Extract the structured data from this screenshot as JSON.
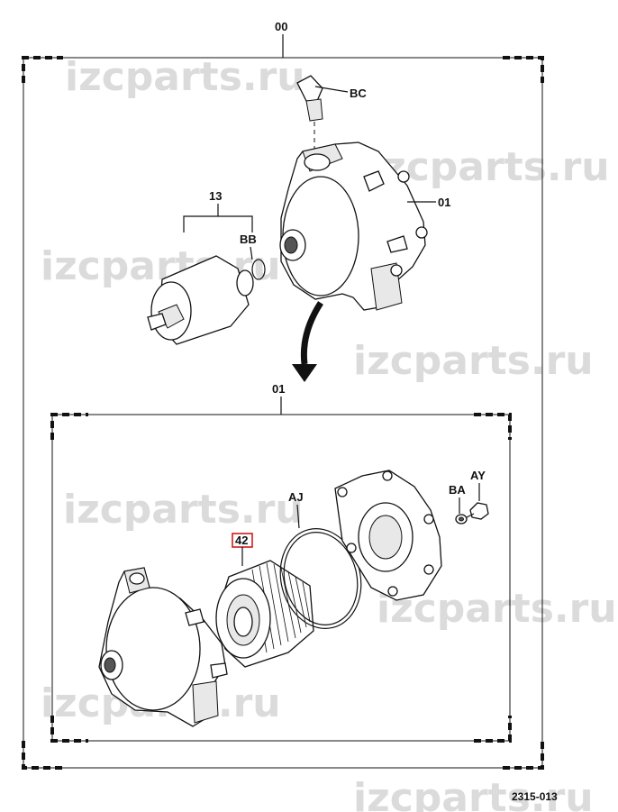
{
  "watermark": "izcparts.ru",
  "labels": {
    "top_assembly": "00",
    "fitting": "BC",
    "pump": "01",
    "filter_group": "13",
    "oring": "BB",
    "sub_assembly": "01",
    "gasket": "AJ",
    "filter": "42",
    "washer": "BA",
    "screw": "AY"
  },
  "figure_ref": "2315-013",
  "colors": {
    "highlight_box": "#d11a1a",
    "line": "#111111",
    "watermark": "#cfcfcf"
  }
}
